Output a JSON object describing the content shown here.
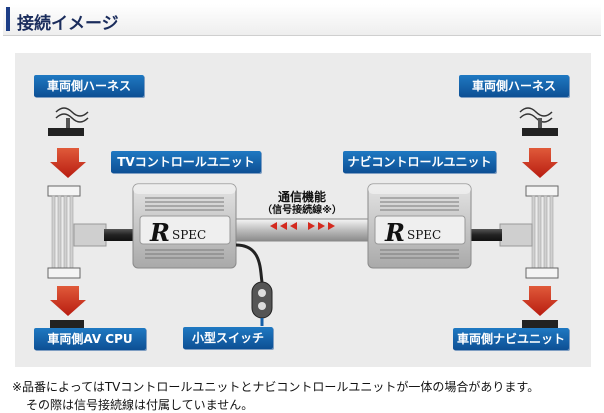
{
  "header": {
    "title": "接続イメージ"
  },
  "labels": {
    "harness_left": "車両側ハーネス",
    "harness_right": "車両側ハーネス",
    "tv_unit": "TVコントロールユニット",
    "navi_unit": "ナビコントロールユニット",
    "av_cpu": "車両側AV CPU",
    "navi_vehicle": "車両側ナビユニット",
    "switch": "小型スイッチ"
  },
  "link": {
    "title": "通信機能",
    "subtitle": "（信号接続線※）"
  },
  "logo": {
    "letter": "R",
    "text": "SPEC"
  },
  "notes": {
    "line1": "※品番によってはTVコントロールユニットとナビコントロールユニットが一体の場合があります。",
    "line2": "その際は信号接続線は付属していません。"
  },
  "colors": {
    "accent_blue": "#1660a8",
    "arrow_red": "#d42a1e",
    "header_bar": "#1c3d86"
  }
}
